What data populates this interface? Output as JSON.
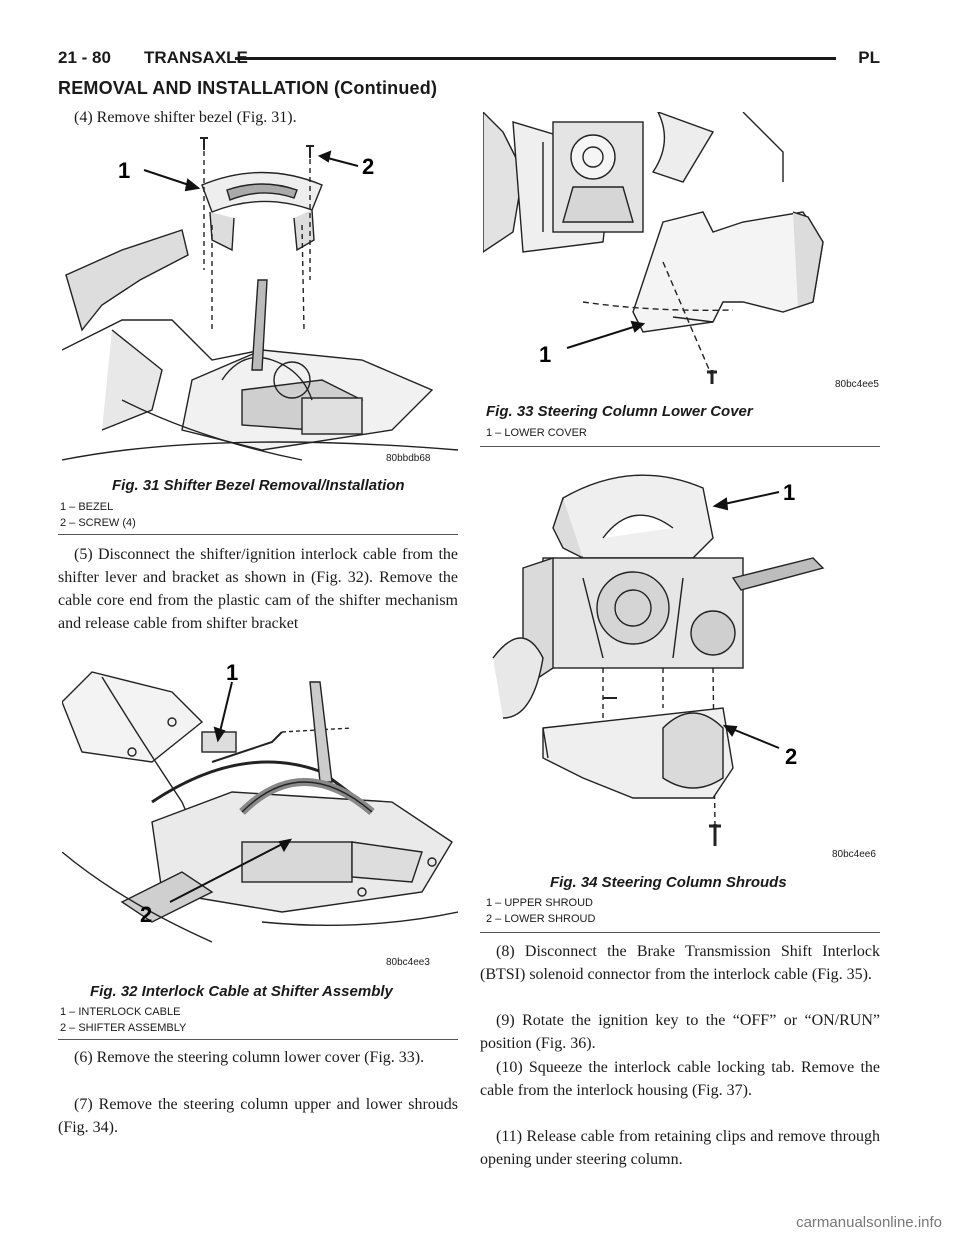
{
  "header": {
    "page_number": "21 - 80",
    "section": "TRANSAXLE",
    "model": "PL",
    "subtitle": "REMOVAL AND INSTALLATION (Continued)"
  },
  "steps": {
    "s4": "(4) Remove shifter bezel (Fig. 31).",
    "s5": "(5) Disconnect the shifter/ignition interlock cable from the shifter lever and bracket as shown in (Fig. 32). Remove the cable core end from the plastic cam of the shifter mechanism and release cable from shifter bracket",
    "s6": "(6) Remove the steering column lower cover (Fig. 33).",
    "s7": "(7) Remove the steering column upper and lower shrouds (Fig. 34).",
    "s8": "(8) Disconnect the Brake Transmission Shift Interlock (BTSI) solenoid connector from the interlock cable (Fig. 35).",
    "s9": "(9) Rotate the ignition key to the “OFF” or “ON/RUN” position (Fig. 36).",
    "s10": "(10) Squeeze the interlock cable locking tab. Remove the cable from the interlock housing (Fig. 37).",
    "s11": "(11) Release cable from retaining clips and remove through opening under steering column."
  },
  "figures": {
    "fig31": {
      "caption": "Fig. 31 Shifter Bezel Removal/Installation",
      "code": "80bbdb68",
      "callouts": [
        "1",
        "2"
      ],
      "legend": [
        "1 – BEZEL",
        "2 – SCREW (4)"
      ]
    },
    "fig32": {
      "caption": "Fig. 32 Interlock Cable at Shifter Assembly",
      "code": "80bc4ee3",
      "callouts": [
        "1",
        "2"
      ],
      "legend": [
        "1 – INTERLOCK CABLE",
        "2 – SHIFTER ASSEMBLY"
      ]
    },
    "fig33": {
      "caption": "Fig. 33 Steering Column Lower Cover",
      "code": "80bc4ee5",
      "callouts": [
        "1"
      ],
      "legend": [
        "1 – LOWER COVER"
      ]
    },
    "fig34": {
      "caption": "Fig. 34 Steering Column Shrouds",
      "code": "80bc4ee6",
      "callouts": [
        "1",
        "2"
      ],
      "legend": [
        "1 – UPPER SHROUD",
        "2 – LOWER SHROUD"
      ]
    }
  },
  "watermark": "carmanualsonline.info"
}
